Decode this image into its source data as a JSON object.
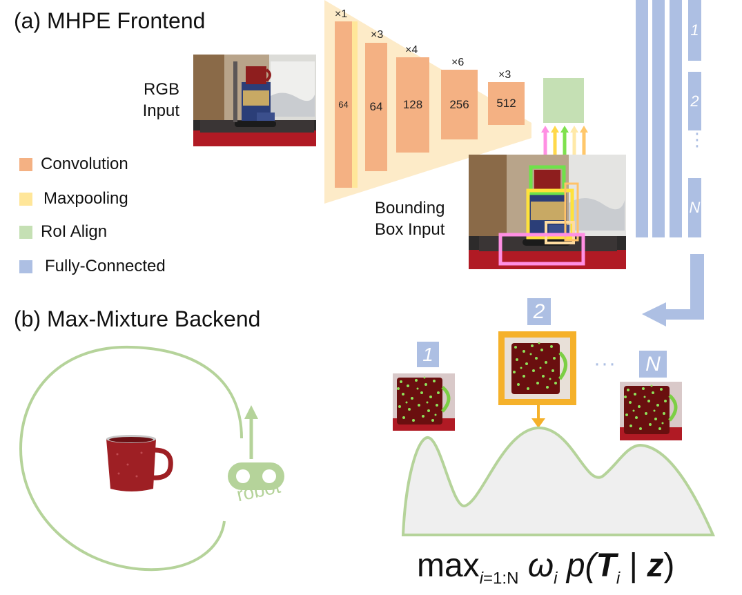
{
  "sections": {
    "frontend_title": "(a) MHPE Frontend",
    "backend_title": "(b) Max-Mixture Backend"
  },
  "inputs": {
    "rgb_line1": "RGB",
    "rgb_line2": "Input",
    "bbox_line1": "Bounding",
    "bbox_line2": "Box Input"
  },
  "legend": [
    {
      "label": "Convolution",
      "color": "#f4b183"
    },
    {
      "label": "Maxpooling",
      "color": "#ffe699"
    },
    {
      "label": "RoI Align",
      "color": "#c5e0b4"
    },
    {
      "label": "Fully-Connected",
      "color": "#adbfe3"
    }
  ],
  "network": {
    "stages": [
      {
        "channels": "64",
        "multiplier": "×1"
      },
      {
        "channels": "64",
        "multiplier": "×3"
      },
      {
        "channels": "128",
        "multiplier": "×4"
      },
      {
        "channels": "256",
        "multiplier": "×6"
      },
      {
        "channels": "512",
        "multiplier": "×3"
      }
    ]
  },
  "fc_heads": {
    "labels": [
      "1",
      "2",
      "⋮",
      "N"
    ]
  },
  "hypotheses": {
    "labels": [
      "1",
      "2",
      "N"
    ],
    "ellipsis": "···",
    "selected": "2"
  },
  "robot_label": "robot",
  "formula": {
    "max": "max",
    "subscript_i": "i",
    "subscript_range": "=1:N",
    "omega": "ω",
    "omega_sub": "i",
    "p": "p(",
    "T": "T",
    "T_sub": "i",
    "bar": " | ",
    "z": "z",
    "close": ")"
  },
  "colors": {
    "convolution": "#f4b183",
    "maxpooling": "#ffe699",
    "roi_align": "#c5e0b4",
    "fully_connected": "#adbfe3",
    "funnel": "#fdebc8",
    "selected_frame": "#f5b12a",
    "curve": "#b5d39a"
  }
}
